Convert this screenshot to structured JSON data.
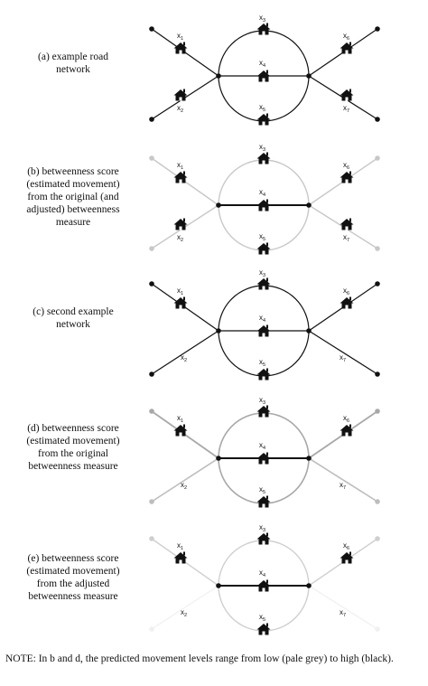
{
  "panels": [
    {
      "id": "a",
      "caption": [
        "(a) example road",
        "network"
      ],
      "style": {
        "x1": "#111111",
        "x2": "#111111",
        "x3": "#111111",
        "x4": "#111111",
        "x5": "#111111",
        "x6": "#111111",
        "x7": "#111111"
      },
      "widths": {
        "x1": 1.2,
        "x2": 1.2,
        "x3": 1.2,
        "x4": 1.2,
        "x5": 1.2,
        "x6": 1.2,
        "x7": 1.2
      },
      "houses_on_diagonals": true
    },
    {
      "id": "b",
      "caption": [
        "(b) betweenness score",
        "(estimated movement)",
        "from the original (and",
        "adjusted) betweenness",
        "measure"
      ],
      "style": {
        "x1": "#c8c8c8",
        "x2": "#c8c8c8",
        "x3": "#c8c8c8",
        "x4": "#111111",
        "x5": "#c8c8c8",
        "x6": "#c8c8c8",
        "x7": "#c8c8c8"
      },
      "widths": {
        "x1": 1.4,
        "x2": 1.4,
        "x3": 1.4,
        "x4": 2.0,
        "x5": 1.4,
        "x6": 1.4,
        "x7": 1.4
      },
      "houses_on_diagonals": true
    },
    {
      "id": "c",
      "caption": [
        "(c) second example",
        "network"
      ],
      "style": {
        "x1": "#111111",
        "x2": "#111111",
        "x3": "#111111",
        "x4": "#111111",
        "x5": "#111111",
        "x6": "#111111",
        "x7": "#111111"
      },
      "widths": {
        "x1": 1.2,
        "x2": 1.2,
        "x3": 1.2,
        "x4": 1.2,
        "x5": 1.2,
        "x6": 1.2,
        "x7": 1.2
      },
      "houses_on_diagonals": false
    },
    {
      "id": "d",
      "caption": [
        "(d) betweenness score",
        "(estimated movement)",
        "from the original",
        "betweenness measure"
      ],
      "style": {
        "x1": "#a8a8a8",
        "x2": "#bdbdbd",
        "x3": "#a8a8a8",
        "x4": "#111111",
        "x5": "#a8a8a8",
        "x6": "#a8a8a8",
        "x7": "#bdbdbd"
      },
      "widths": {
        "x1": 1.8,
        "x2": 1.6,
        "x3": 1.6,
        "x4": 2.0,
        "x5": 1.6,
        "x6": 1.8,
        "x7": 1.6
      },
      "houses_on_diagonals": false
    },
    {
      "id": "e",
      "caption": [
        "(e) betweenness score",
        "(estimated movement)",
        "from the adjusted",
        "betweenness measure"
      ],
      "style": {
        "x1": "#cfcfcf",
        "x2": "#f0f0f0",
        "x3": "#cfcfcf",
        "x4": "#111111",
        "x5": "#cfcfcf",
        "x6": "#cfcfcf",
        "x7": "#f0f0f0"
      },
      "widths": {
        "x1": 1.4,
        "x2": 1.2,
        "x3": 1.4,
        "x4": 2.0,
        "x5": 1.4,
        "x6": 1.4,
        "x7": 1.2
      },
      "houses_on_diagonals": false
    }
  ],
  "edge_labels": {
    "x1": {
      "base": "x",
      "sub": "1"
    },
    "x2": {
      "base": "x",
      "sub": "2"
    },
    "x3": {
      "base": "x",
      "sub": "3"
    },
    "x4": {
      "base": "x",
      "sub": "4"
    },
    "x5": {
      "base": "x",
      "sub": "5"
    },
    "x6": {
      "base": "x",
      "sub": "6"
    },
    "x7": {
      "base": "x",
      "sub": "7"
    }
  },
  "note": "NOTE: In b and d, the predicted movement levels range from low (pale grey) to high (black)."
}
